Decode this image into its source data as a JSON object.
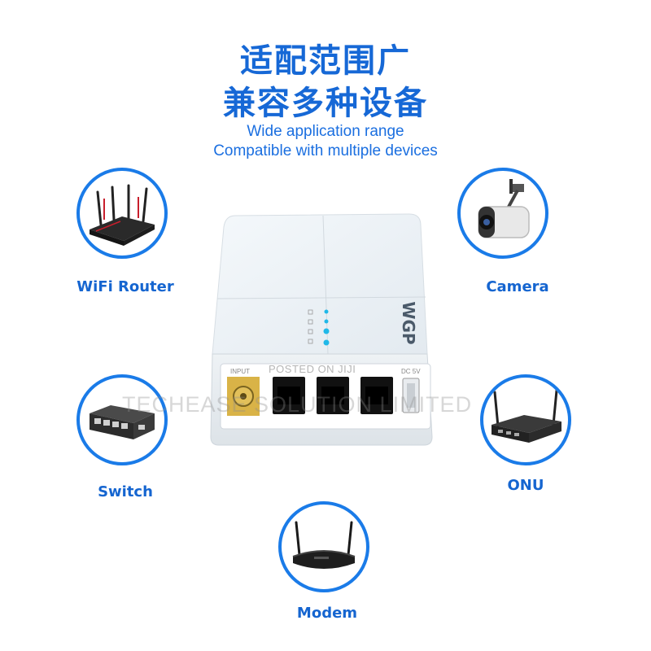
{
  "heading": {
    "cn_line1": "适配范围广",
    "cn_line2": "兼容多种设备",
    "en_line1": "Wide application range",
    "en_line2": "Compatible with multiple devices"
  },
  "devices": [
    {
      "label": "WiFi Router",
      "icon": "wifi-router-icon"
    },
    {
      "label": "Camera",
      "icon": "camera-icon"
    },
    {
      "label": "Switch",
      "icon": "switch-icon"
    },
    {
      "label": "ONU",
      "icon": "onu-icon"
    },
    {
      "label": "Modem",
      "icon": "modem-icon"
    }
  ],
  "product": {
    "brand": "WGP",
    "port_labels": {
      "input": "INPUT",
      "dc": "DC 5V"
    },
    "led_count": 4
  },
  "watermark": {
    "line1": "POSTED ON JIJI",
    "line2": "TECHEASE SOLUTION LIMITED"
  },
  "colors": {
    "accent": "#1a7be8",
    "text_blue": "#1565d0"
  }
}
